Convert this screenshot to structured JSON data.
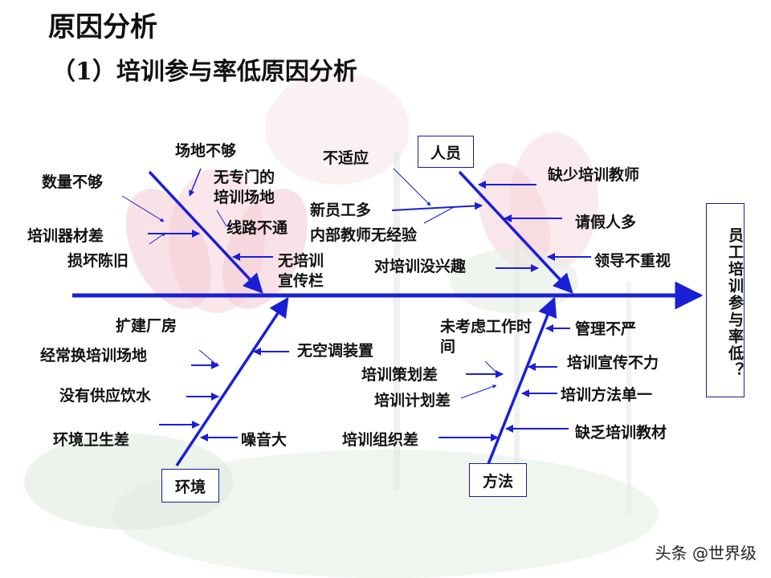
{
  "page": {
    "title": "原因分析",
    "subtitle": "（1）培训参与率低原因分析",
    "watermark": "头条 @世界级"
  },
  "colors": {
    "arrow": "#1a1fd6",
    "box_border": "#1a1f8a",
    "text": "#111111"
  },
  "effect": "员工培训参与率低？",
  "categories": {
    "renyuan": "人员",
    "huanjing": "环境",
    "fangfa": "方法"
  },
  "causes": {
    "changdi_bugou": "场地不够",
    "shuliang_bugou": "数量不够",
    "wu_zhuanmen_1": "无专门的",
    "wu_zhuanmen_2": "培训场地",
    "qicai_cha": "培训器材差",
    "xianlu_butong": "线路不通",
    "sunhuai_chenjiu": "损坏陈旧",
    "xuanchuanlan_1": "无培训",
    "xuanchuanlan_2": "宣传栏",
    "bu_shiying": "不适应",
    "xin_yuangong": "新员工多",
    "neibu_jiaoshi": "内部教师无经验",
    "mei_xingqu": "对培训没兴趣",
    "que_jiaoshi": "缺少培训教师",
    "qingjia": "请假人多",
    "lingdao": "领导不重视",
    "kuojian": "扩建厂房",
    "huan_changdi": "经常换培训场地",
    "kongtiao": "无空调装置",
    "yinshui": "没有供应饮水",
    "weisheng": "环境卫生差",
    "zaoyin": "噪音大",
    "gongzuo_1": "未考虑工作时",
    "gongzuo_2": "间",
    "guanli": "管理不严",
    "cehua": "培训策划差",
    "xuanchuan_buli": "培训宣传不力",
    "jihua": "培训计划差",
    "fangfa_danyi": "培训方法单一",
    "zuzhi": "培训组织差",
    "jiaocai": "缺乏培训教材"
  }
}
